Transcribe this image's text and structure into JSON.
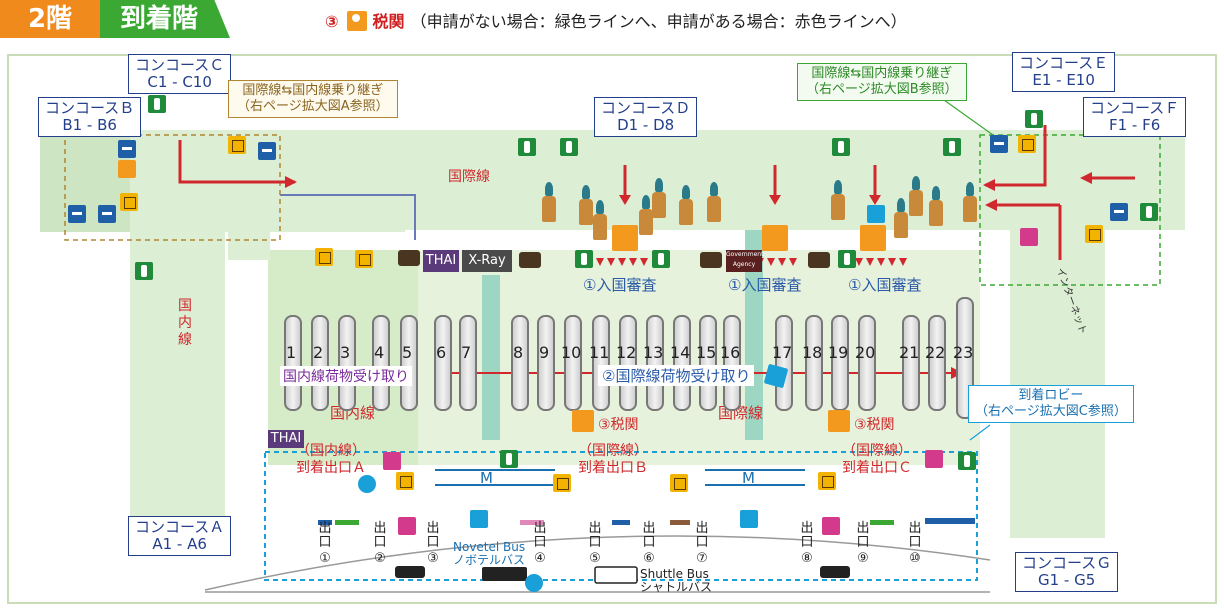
{
  "header": {
    "floor": "2階",
    "level": "到着階",
    "customs_number": "③",
    "customs_label": "税関",
    "customs_note": "（申請がない場合：緑色ラインへ、申請がある場合：赤色ラインへ）"
  },
  "concourses": {
    "c": {
      "name": "コンコースＣ",
      "gates": "C1 - C10"
    },
    "b": {
      "name": "コンコースＢ",
      "gates": "B1 - B6"
    },
    "d": {
      "name": "コンコースＤ",
      "gates": "D1 - D8"
    },
    "e": {
      "name": "コンコースＥ",
      "gates": "E1 - E10"
    },
    "f": {
      "name": "コンコースＦ",
      "gates": "F1 - F6"
    },
    "a": {
      "name": "コンコースＡ",
      "gates": "A1 - A6"
    },
    "g": {
      "name": "コンコースＧ",
      "gates": "G1 - G5"
    }
  },
  "transfers": {
    "left": {
      "title": "国際線⇆国内線乗り継ぎ",
      "note": "（右ページ拡大図A参照）"
    },
    "right": {
      "title": "国際線⇆国内線乗り継ぎ",
      "note": "（右ページ拡大図B参照）"
    }
  },
  "areas": {
    "international": "国際線",
    "domestic_vertical": "国内線",
    "domestic": "国内線",
    "international_hall": "国際線"
  },
  "immigration": {
    "label": "①入国審査"
  },
  "baggage": {
    "domestic": "国内線荷物受け取り",
    "international": "②国際線荷物受け取り",
    "carousels": [
      "1",
      "2",
      "3",
      "4",
      "5",
      "6",
      "7",
      "8",
      "9",
      "10",
      "11",
      "12",
      "13",
      "14",
      "15",
      "16",
      "17",
      "18",
      "19",
      "20",
      "21",
      "22",
      "23"
    ]
  },
  "customs_points": {
    "label": "③税関"
  },
  "arrival_exits": {
    "a": {
      "type": "（国内線）",
      "name": "到着出口Ａ"
    },
    "b": {
      "type": "（国際線）",
      "name": "到着出口Ｂ"
    },
    "c": {
      "type": "（国際線）",
      "name": "到着出口Ｃ"
    }
  },
  "lobby": {
    "title": "到着ロビー",
    "note": "（右ページ拡大図C参照）"
  },
  "exits": {
    "label": "出口",
    "numbers": [
      "①",
      "②",
      "③",
      "④",
      "⑤",
      "⑥",
      "⑦",
      "⑧",
      "⑨",
      "⑩"
    ]
  },
  "facilities": {
    "xray": "X-Ray",
    "gov": "Government Agency",
    "thai": "THAI",
    "m": "M",
    "internet": "インターネット",
    "novotel_en": "Novetel Bus",
    "novotel_ja": "ノボテルバス",
    "shuttle_en": "Shuttle Bus",
    "shuttle_ja": "シャトルバス"
  },
  "colors": {
    "floor": "#f08a1c",
    "level": "#3aa832",
    "pier_border": "#233f8c",
    "route_red": "#d0282c",
    "green_lane": "#9dd6c2",
    "lobby_blue": "#1aa0d8"
  }
}
